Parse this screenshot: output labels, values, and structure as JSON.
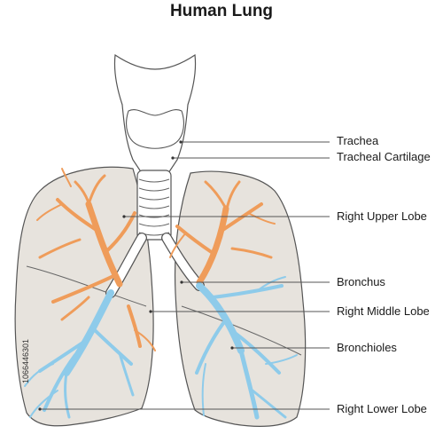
{
  "title": "Human Lung",
  "labels": [
    {
      "id": "trachea",
      "text": "Trachea"
    },
    {
      "id": "tracheal-cartilage",
      "text": "Tracheal Cartilage"
    },
    {
      "id": "right-upper-lobe",
      "text": "Right Upper Lobe"
    },
    {
      "id": "bronchus",
      "text": "Bronchus"
    },
    {
      "id": "right-middle-lobe",
      "text": "Right Middle Lobe"
    },
    {
      "id": "bronchioles",
      "text": "Bronchioles"
    },
    {
      "id": "right-lower-lobe",
      "text": "Right Lower Lobe"
    }
  ],
  "stock_id": "1066446301",
  "colors": {
    "lung_fill": "#e7e3dd",
    "outline": "#555555",
    "orange": "#ef9c5a",
    "blue": "#8ecbea"
  }
}
